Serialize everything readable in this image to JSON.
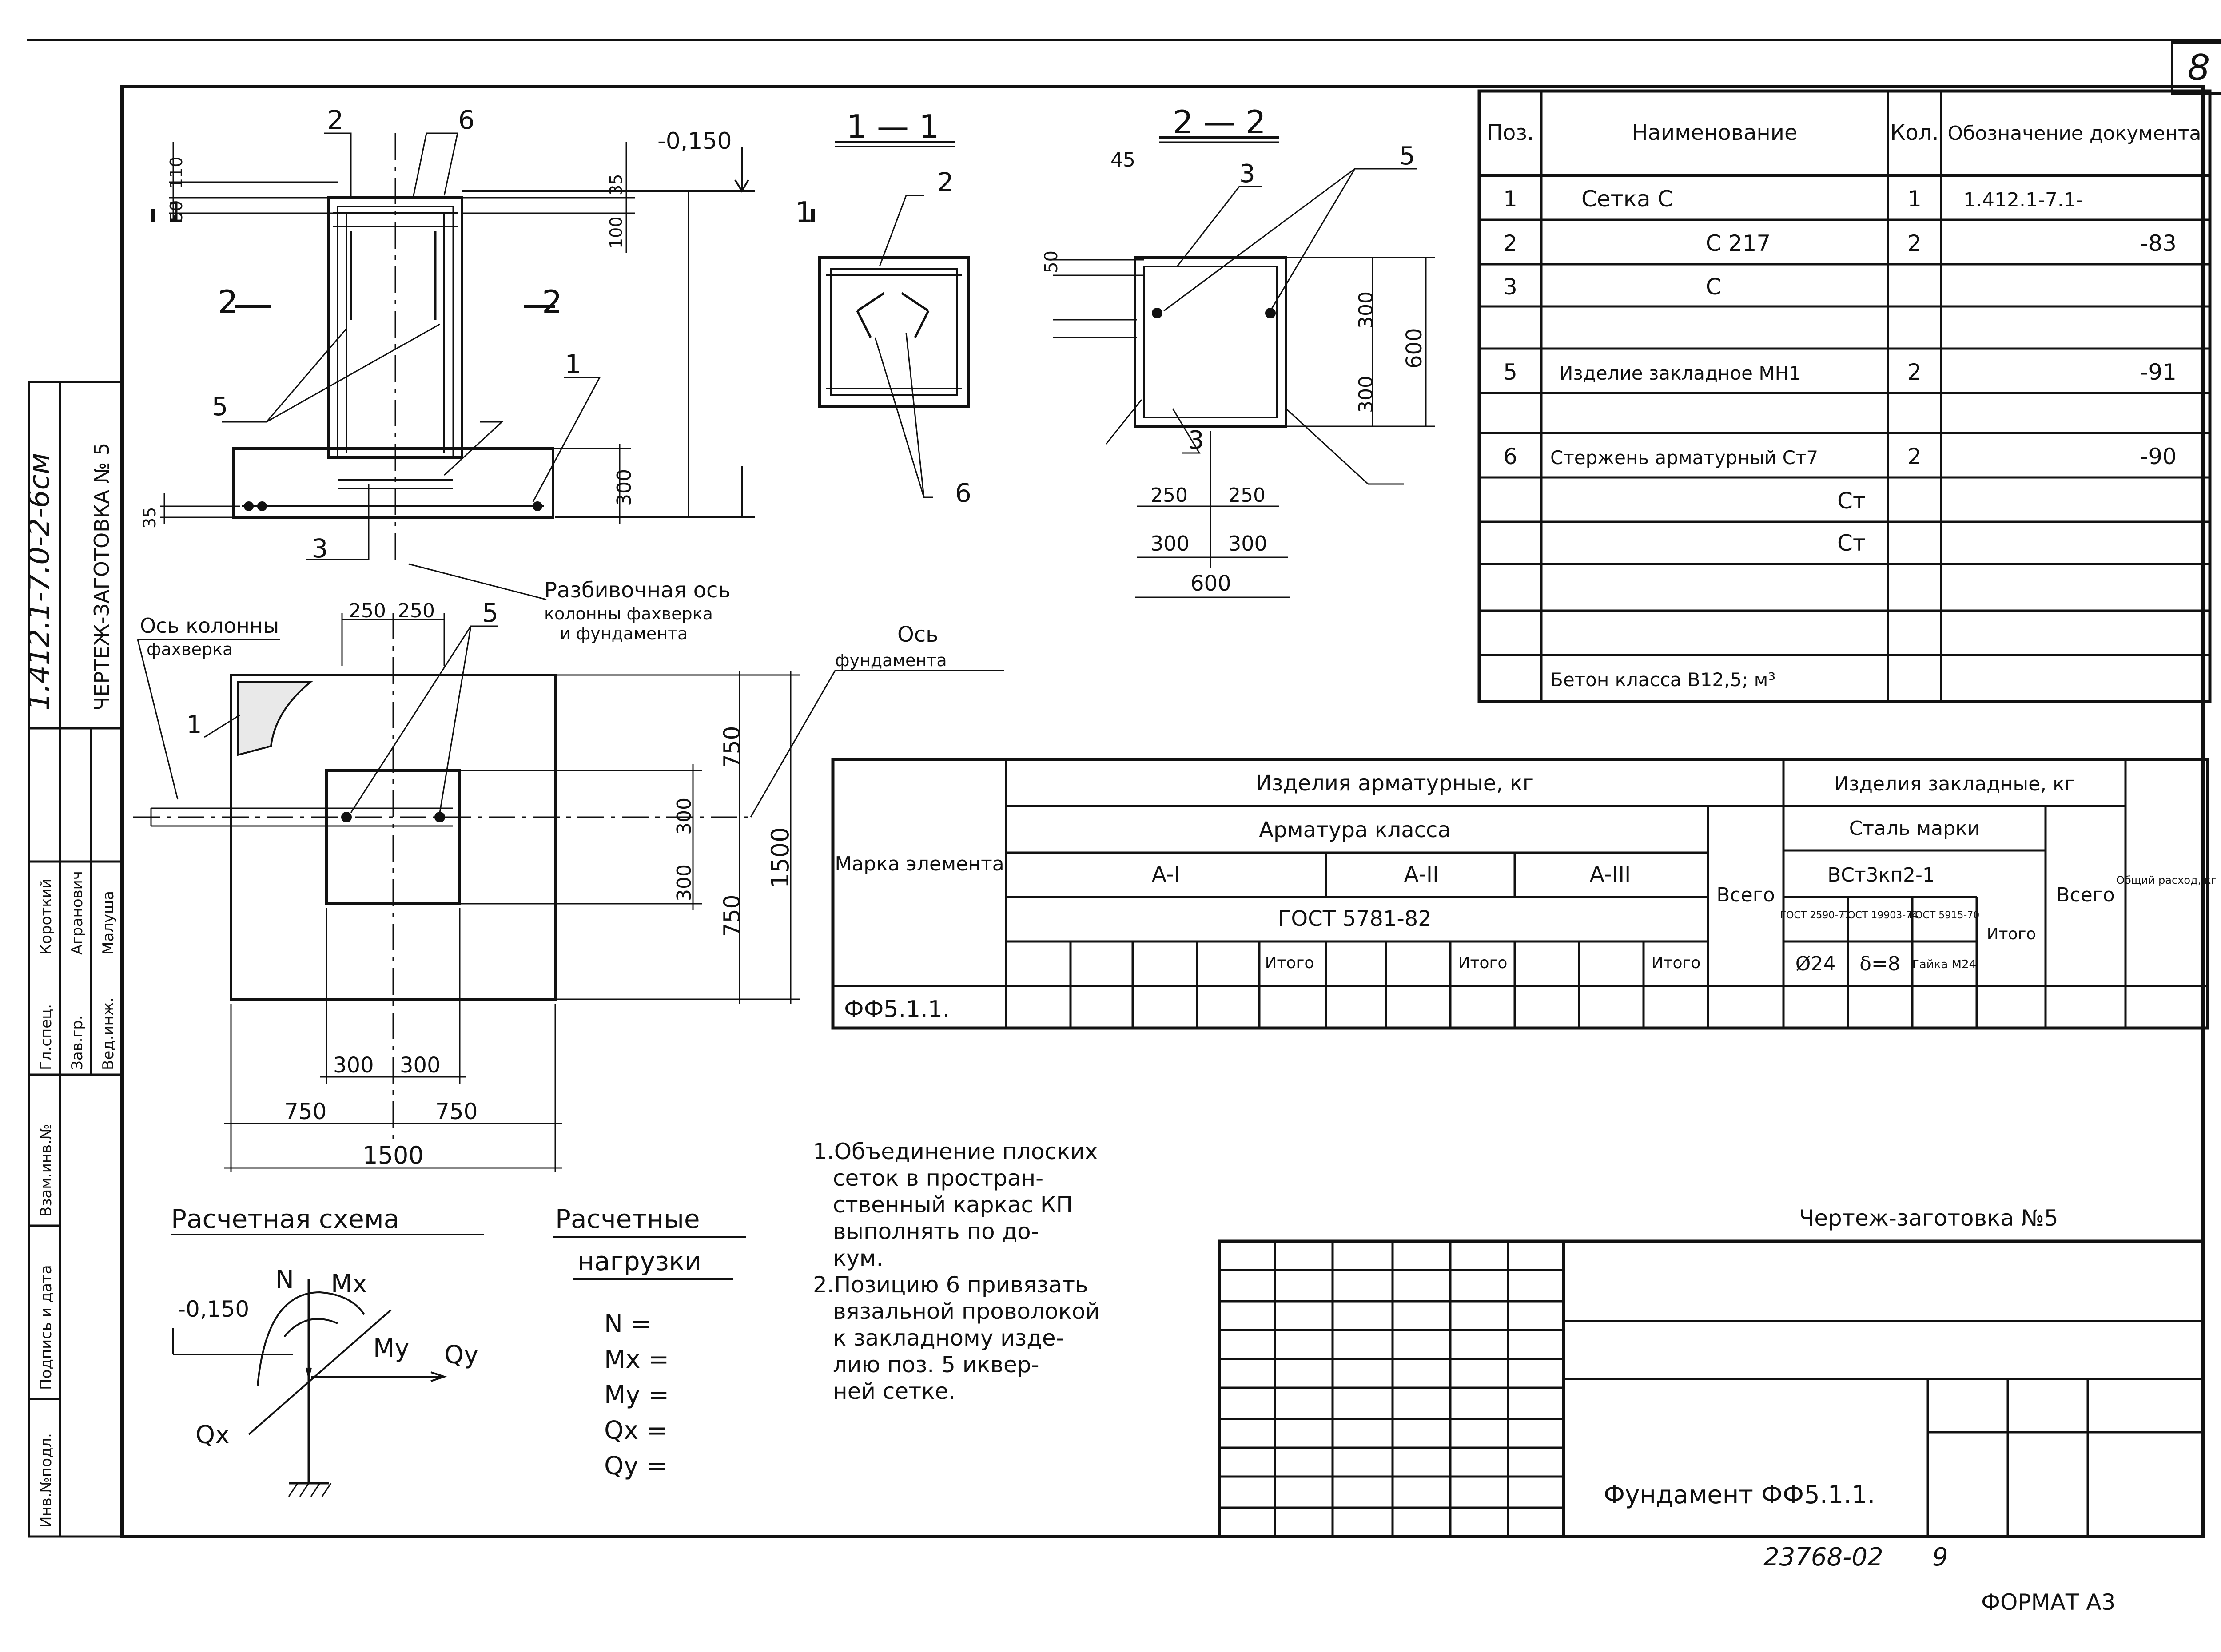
{
  "sheet": {
    "number": "8",
    "format": "ФОРМАТ А3",
    "archive": "23768-02",
    "archive_page": "9",
    "side_code": "1.412.1-7.0-2-6см",
    "side_title": "ЧЕРТЕЖ-ЗАГОТОВКА № 5"
  },
  "side_stamp": {
    "rows": [
      {
        "role": "Гл.спец.",
        "name": "Короткий"
      },
      {
        "role": "Зав.гр.",
        "name": "Агранович"
      },
      {
        "role": "Вед.инж.",
        "name": "Малуша"
      }
    ],
    "labels": [
      "Взам.инв.№",
      "Подпись и дата",
      "Инв.№подл."
    ]
  },
  "spec": {
    "headers": [
      "Поз.",
      "Наименование",
      "Кол.",
      "Обозначение документа"
    ],
    "rows": [
      {
        "pos": "1",
        "name": "Сетка С",
        "qty": "1",
        "doc": "1.412.1-7.1-"
      },
      {
        "pos": "2",
        "name": "С 217",
        "qty": "2",
        "doc": "-83"
      },
      {
        "pos": "3",
        "name": "С",
        "qty": "",
        "doc": ""
      },
      {
        "pos": "",
        "name": "",
        "qty": "",
        "doc": ""
      },
      {
        "pos": "5",
        "name": "Изделие закладное МН1",
        "qty": "2",
        "doc": "-91"
      },
      {
        "pos": "",
        "name": "",
        "qty": "",
        "doc": ""
      },
      {
        "pos": "6",
        "name": "Стержень арматурный Ст7",
        "qty": "2",
        "doc": "-90"
      },
      {
        "pos": "",
        "name": "Ст",
        "qty": "",
        "doc": ""
      },
      {
        "pos": "",
        "name": "Ст",
        "qty": "",
        "doc": ""
      },
      {
        "pos": "",
        "name": "",
        "qty": "",
        "doc": ""
      },
      {
        "pos": "",
        "name": "",
        "qty": "",
        "doc": ""
      },
      {
        "pos": "",
        "name": "Бетон класса В12,5; м³",
        "qty": "",
        "doc": ""
      }
    ]
  },
  "materials": {
    "marka": "Марка элемента",
    "reinf_title": "Изделия арматурные, кг",
    "reinf_class": "Арматура класса",
    "class_a1": "А-I",
    "class_a2": "А-II",
    "class_a3": "А-III",
    "gost": "ГОСТ 5781-82",
    "itogo": "Итого",
    "vsego": "Всего",
    "embed_title": "Изделия закладные, кг",
    "steel": "Сталь марки",
    "steel_grade": "ВСт3кп2-1",
    "g1": "ГОСТ 2590-71",
    "g2": "ГОСТ 19903-74",
    "g3": "ГОСТ 5915-70",
    "d24": "Ø24",
    "d8": "δ=8",
    "nut": "Гайка М24",
    "total": "Общий расход, кг",
    "element": "ФФ5.1.1."
  },
  "drawings": {
    "section11": "1 — 1",
    "section22": "2 — 2",
    "level": "-0,150",
    "axis_breakout": "Разбивочная ось",
    "axis_breakout_sub1": "колонны фахверка",
    "axis_breakout_sub2": "и фундамента",
    "axis_column": "Ось колонны",
    "axis_column_sub": "фахверка",
    "axis_foundation": "Ось",
    "axis_foundation_sub": "фундамента",
    "callouts": [
      "1",
      "2",
      "3",
      "5",
      "6"
    ],
    "cut1": "1",
    "cut2": "2",
    "dims": [
      "50",
      "110",
      "35",
      "100",
      "300",
      "35",
      "45",
      "50",
      "300",
      "300",
      "600",
      "250",
      "250",
      "300",
      "300",
      "600",
      "250",
      "250",
      "750",
      "750",
      "1500",
      "300",
      "300",
      "300",
      "300",
      "750",
      "750",
      "1500"
    ]
  },
  "scheme": {
    "title": "Расчетная схема",
    "level": "-0,150",
    "N": "N",
    "Mx": "Mx",
    "My": "My",
    "Qx": "Qx",
    "Qy": "Qy"
  },
  "loads": {
    "title1": "Расчетные",
    "title2": "нагрузки",
    "items": [
      "N =",
      "Mx =",
      "My =",
      "Qx =",
      "Qy ="
    ]
  },
  "notes": {
    "lines": [
      "1.Объединение плоских",
      "сеток в простран-",
      "ственный каркас КП",
      "выполнять по до-",
      "кум.",
      "2.Позицию 6 привязать",
      "вязальной проволокой",
      "к закладному изде-",
      "лию поз. 5 иквер-",
      "ней сетке."
    ]
  },
  "title_block": {
    "doc_title": "Чертеж-заготовка №5",
    "name": "Фундамент ФФ5.1.1."
  }
}
